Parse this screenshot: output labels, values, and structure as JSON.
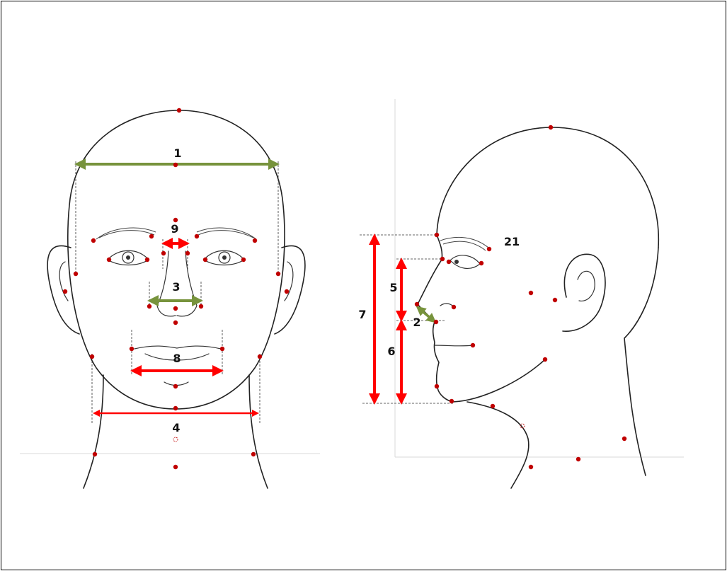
{
  "title": "",
  "colors": {
    "landmark": "#c00000",
    "arrow_red": "#ff0000",
    "arrow_green": "#77933c",
    "outline": "#222222",
    "guide": "#333333"
  },
  "front_view": {
    "measurements": [
      {
        "id": "m1",
        "label": "1",
        "color": "green"
      },
      {
        "id": "m9",
        "label": "9",
        "color": "red"
      },
      {
        "id": "m3",
        "label": "3",
        "color": "green"
      },
      {
        "id": "m8",
        "label": "8",
        "color": "red"
      },
      {
        "id": "m4",
        "label": "4",
        "color": "red"
      }
    ]
  },
  "side_view": {
    "measurements": [
      {
        "id": "m21",
        "label": "21",
        "color": "none"
      },
      {
        "id": "m5",
        "label": "5",
        "color": "red"
      },
      {
        "id": "m7",
        "label": "7",
        "color": "red"
      },
      {
        "id": "m2",
        "label": "2",
        "color": "green"
      },
      {
        "id": "m6",
        "label": "6",
        "color": "red"
      }
    ]
  }
}
